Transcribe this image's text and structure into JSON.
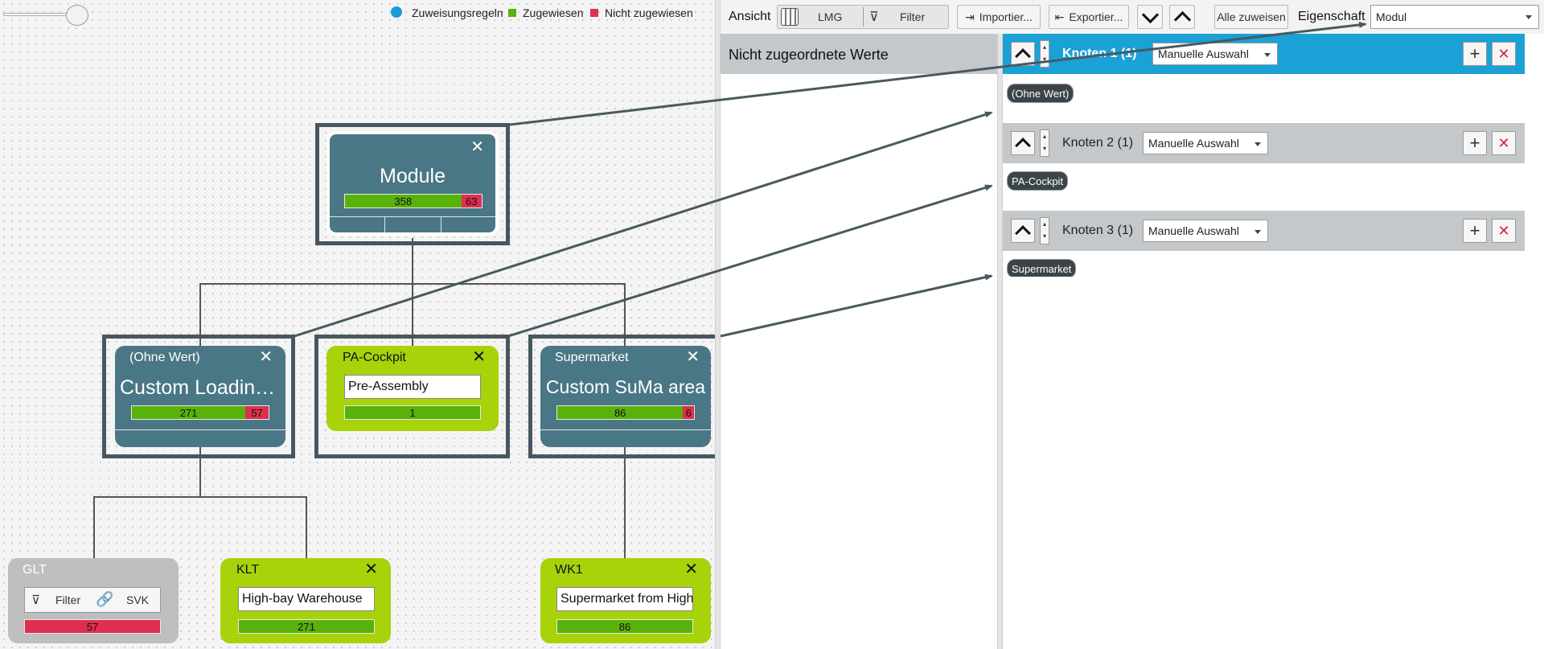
{
  "legend": {
    "rules": "Zuweisungsregeln",
    "assigned": "Zugewiesen",
    "unassigned": "Nicht zugewiesen"
  },
  "toolbar": {
    "view_label": "Ansicht",
    "lmg": "LMG",
    "filter": "Filter",
    "import": "Importier...",
    "export": "Exportier...",
    "assign_all": "Alle zuweisen",
    "property_label": "Eigenschaft",
    "property_value": "Modul"
  },
  "unassigned_panel": {
    "title": "Nicht zugeordnete Werte"
  },
  "nodes": [
    {
      "title": "Knoten 1 (1)",
      "mode": "Manuelle Auswahl",
      "value": "(Ohne Wert)",
      "active": true
    },
    {
      "title": "Knoten 2 (1)",
      "mode": "Manuelle Auswahl",
      "value": "PA-Cockpit",
      "active": false
    },
    {
      "title": "Knoten 3 (1)",
      "mode": "Manuelle Auswahl",
      "value": "Supermarket",
      "active": false
    }
  ],
  "tree": {
    "root": {
      "title": "Module",
      "assigned": 358,
      "unassigned": 63
    },
    "level1": [
      {
        "sub": "(Ohne Wert)",
        "title": "Custom Loading ...",
        "assigned": 271,
        "unassigned": 57
      },
      {
        "sub": "PA-Cockpit",
        "input": "Pre-Assembly",
        "assigned": 1
      },
      {
        "sub": "Supermarket",
        "title": "Custom SuMa area",
        "assigned": 86,
        "unassigned": 6
      }
    ],
    "level2": [
      {
        "sub": "GLT",
        "filter": "Filter",
        "svk": "SVK",
        "unassigned": 57
      },
      {
        "sub": "KLT",
        "input": "High-bay Warehouse",
        "assigned": 271
      },
      {
        "sub": "WK1",
        "input": "Supermarket from High",
        "assigned": 86
      }
    ]
  },
  "colors": {
    "assigned": "#59b20b",
    "unassigned": "#de2f4e",
    "node_teal": "#4a7785",
    "node_lime": "#a8d20a",
    "active_header": "#1aa1d6"
  }
}
